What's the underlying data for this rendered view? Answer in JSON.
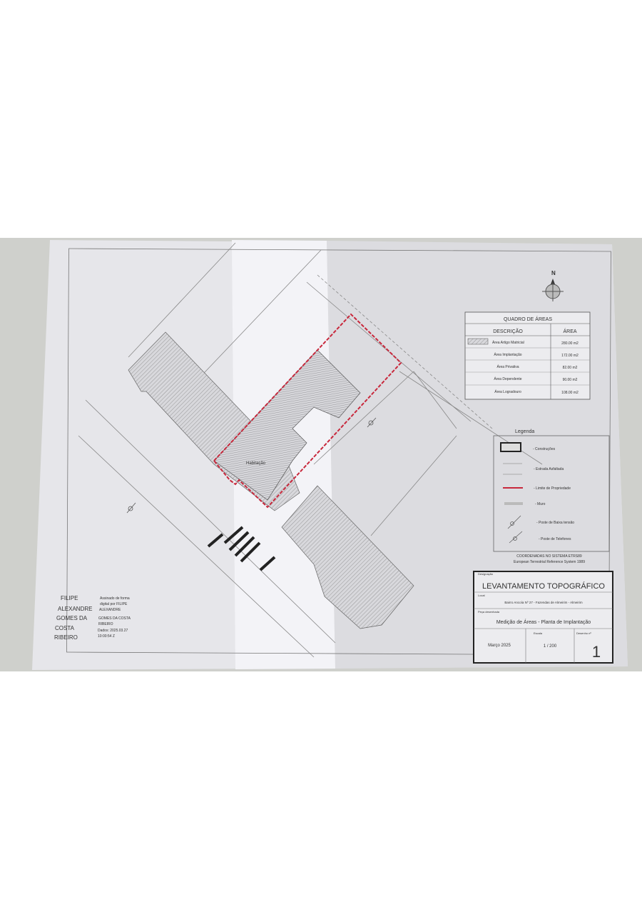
{
  "document": {
    "type": "Levantamento topográfico (fotografia)",
    "north_label": "N",
    "building_label": "Habitação",
    "areas_table": {
      "title": "QUADRO DE ÁREAS",
      "headers": [
        "DESCRIÇÃO",
        "ÁREA"
      ],
      "rows": [
        {
          "description": "Área Artigo Matricial",
          "area": "280.00 m2"
        },
        {
          "description": "Área Implantação",
          "area": "172.00 m2"
        },
        {
          "description": "Área Privativa",
          "area": "82.00 m2"
        },
        {
          "description": "Área Dependente",
          "area": "90.00 m2"
        },
        {
          "description": "Área Logradouro",
          "area": "108.00 m2"
        }
      ]
    },
    "legend": {
      "title": "Legenda",
      "items": [
        {
          "label": "- Construções",
          "symbol": "building-box"
        },
        {
          "label": "- Estrada Asfaltada",
          "symbol": "double-line"
        },
        {
          "label": "- Limite de Propriedade",
          "symbol": "red-line"
        },
        {
          "label": "- Muro",
          "symbol": "grey-bar"
        },
        {
          "label": "- Poste de Baixa tensão",
          "symbol": "pole-icon"
        },
        {
          "label": "- Poste de Telefones",
          "symbol": "pole-icon"
        }
      ],
      "coordinates_line1": "COORDENADAS NO SISTEMA ETRS89",
      "coordinates_line2": "European Terrestrial Reference System 1989"
    },
    "title_block": {
      "designation_label": "Designação",
      "title": "LEVANTAMENTO TOPOGRÁFICO",
      "location_label": "Local",
      "location": "Bairro Ancoía Nº 27 - Fazendas de Almeirim - Almeirim",
      "drawing_label": "Peça desenhada",
      "drawing": "Medição de Áreas - Planta de Implantação",
      "date": "Março 2025",
      "scale_label": "Escala",
      "scale": "1 / 200",
      "sheet_label": "Desenho nº",
      "sheet": "1"
    },
    "signature": {
      "name_lines": [
        "FILIPE",
        "ALEXANDRE",
        "GOMES DA",
        "COSTA",
        "RIBEIRO"
      ],
      "detail_lines": [
        "Assinado de forma",
        "digital por FILIPE",
        "ALEXANDRE",
        "GOMES DA COSTA",
        "RIBEIRO",
        "Dados: 2025.03.27",
        "10:00:54 Z"
      ]
    },
    "colors": {
      "property_limit": "#c8283c",
      "paper": "#e8e8ec",
      "ink": "#333333"
    }
  }
}
